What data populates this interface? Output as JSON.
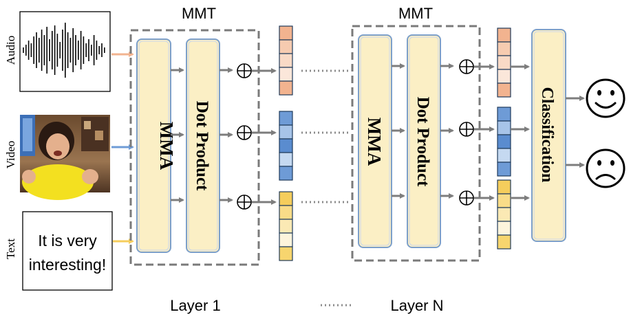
{
  "layer1": {
    "title": "MMT",
    "caption": "Layer 1",
    "mma": "MMA",
    "dot": "Dot Product"
  },
  "layerN": {
    "title": "MMT",
    "caption": "Layer N",
    "mma": "MMA",
    "dot": "Dot Product"
  },
  "inputs": {
    "audio_label": "Audio",
    "video_label": "Video",
    "text_label": "Text",
    "text_line1": "It is very",
    "text_line2": "interesting!"
  },
  "classifier": "Classification",
  "colors": {
    "audio": [
      "#f2b38f",
      "#f6cbb0",
      "#f9dac6",
      "#fbe7da",
      "#f2b38f"
    ],
    "video": [
      "#6e9bd6",
      "#a7c4e8",
      "#5a8ccf",
      "#c5d9f1",
      "#6e9bd6"
    ],
    "text": [
      "#f5cd5c",
      "#f9dc88",
      "#fbe9b4",
      "#fdf4dc",
      "#f7d56e"
    ],
    "audio_arrow": "#f2b38f",
    "video_arrow": "#6e9bd6",
    "text_arrow": "#f5cd5c"
  },
  "icons": [
    "waveform-icon",
    "video-frame-icon",
    "oplus-icon",
    "happy-face-icon",
    "sad-face-icon"
  ]
}
